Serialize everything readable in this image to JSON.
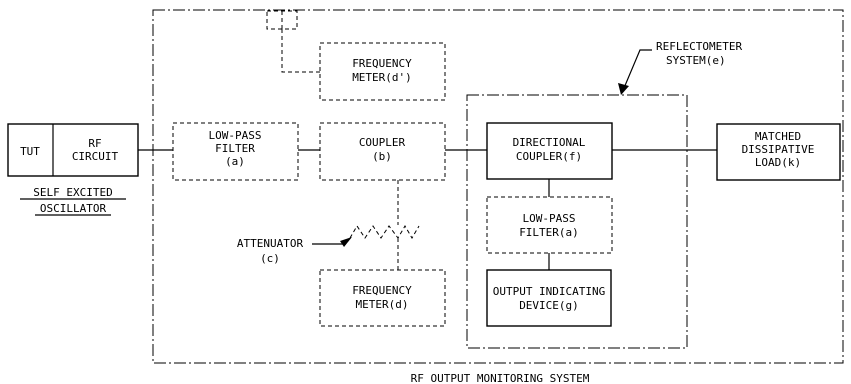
{
  "blocks": {
    "tut": "TUT",
    "rf_circuit": [
      "RF",
      "CIRCUIT"
    ],
    "oscillator": [
      "SELF EXCITED",
      "OSCILLATOR"
    ],
    "low_pass_filter_main": [
      "LOW-PASS",
      "FILTER",
      "(a)"
    ],
    "coupler": [
      "COUPLER",
      "(b)"
    ],
    "frequency_meter_top": [
      "FREQUENCY",
      "METER(d')"
    ],
    "frequency_meter_bottom": [
      "FREQUENCY",
      "METER(d)"
    ],
    "attenuator": [
      "ATTENUATOR",
      "(c)"
    ],
    "reflectometer_label": [
      "REFLECTOMETER",
      "SYSTEM(e)"
    ],
    "directional_coupler": [
      "DIRECTIONAL",
      "COUPLER(f)"
    ],
    "low_pass_filter_inner": [
      "LOW-PASS",
      "FILTER(a)"
    ],
    "output_indicating": [
      "OUTPUT INDICATING",
      "DEVICE(g)"
    ],
    "matched_load": [
      "MATCHED",
      "DISSIPATIVE",
      "LOAD(k)"
    ],
    "monitoring_system": "RF OUTPUT MONITORING SYSTEM"
  }
}
